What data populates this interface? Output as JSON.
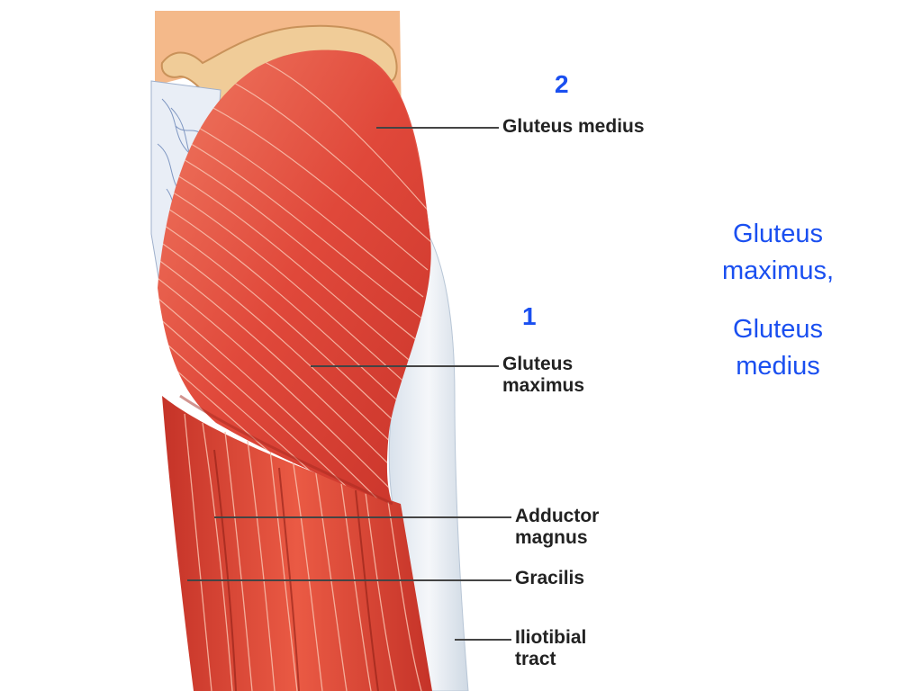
{
  "colors": {
    "accent": "#1a4ff0",
    "label_text": "#222222",
    "muscle": "#e0483a",
    "muscle_dark": "#b8281f",
    "tendon": "#e8edf3",
    "skin": "#f4b98a",
    "bone": "#f0cc98"
  },
  "labels": {
    "gluteus_medius": "Gluteus medius",
    "gluteus_maximus_line1": "Gluteus",
    "gluteus_maximus_line2": "maximus",
    "adductor_magnus_line1": "Adductor",
    "adductor_magnus_line2": "magnus",
    "gracilis": "Gracilis",
    "iliotibial_line1": "Iliotibial",
    "iliotibial_line2": "tract"
  },
  "markers": {
    "two": "2",
    "one": "1"
  },
  "note": {
    "line1": "Gluteus",
    "line2": "maximus,",
    "line3": "Gluteus",
    "line4": "medius"
  }
}
